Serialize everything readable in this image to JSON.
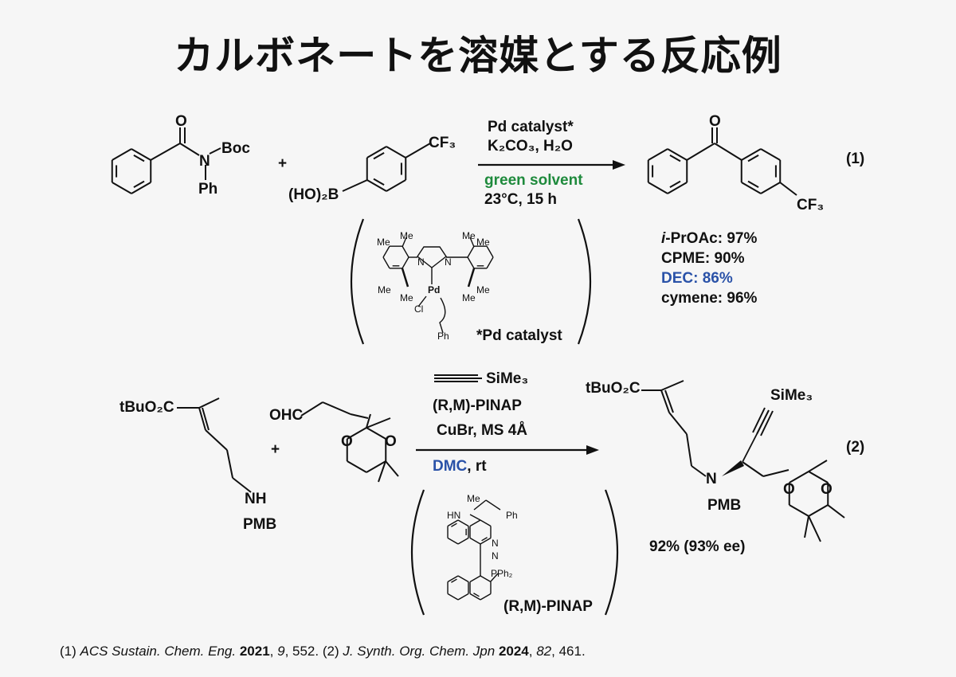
{
  "title": "カルボネートを溶媒とする反応例",
  "colors": {
    "green": "#1e8a3c",
    "blue": "#2a52a8",
    "background": "#f6f6f6"
  },
  "reaction1": {
    "number": "(1)",
    "reactant1": {
      "O": "O",
      "N": "N",
      "boc": "Boc",
      "ph": "Ph"
    },
    "plus": "+",
    "reactant2": {
      "cf3": "CF₃",
      "boronic": "(HO)₂B"
    },
    "conditions": {
      "line1": "Pd catalyst*",
      "line2": "K₂CO₃, H₂O",
      "solvent": "green solvent",
      "line4": "23°C, 15 h"
    },
    "product": {
      "O": "O",
      "cf3": "CF₃"
    },
    "yields": [
      {
        "prefix": "i",
        "label": "-PrOAc: 97%"
      },
      {
        "label": "CPME: 90%"
      },
      {
        "label": "DEC: 86%"
      },
      {
        "label": "cymene: 96%"
      }
    ],
    "catalyst": {
      "me": "Me",
      "n": "N",
      "pd": "Pd",
      "cl": "Cl",
      "ph": "Ph",
      "caption": "*Pd catalyst"
    }
  },
  "reaction2": {
    "number": "(2)",
    "reactant1": {
      "ester": "tBuO₂C",
      "nh": "NH",
      "pmb": "PMB"
    },
    "plus": "+",
    "reactant2": {
      "ohc": "OHC",
      "o": "O"
    },
    "conditions": {
      "alkyne": "SiMe₃",
      "ligand": "(R,M)-PINAP",
      "line3": "CuBr, MS 4Å",
      "solvent": "DMC",
      "rt": ", rt"
    },
    "product": {
      "ester": "tBuO₂C",
      "sime3": "SiMe₃",
      "n": "N",
      "pmb": "PMB",
      "o": "O",
      "yield": "92% (93% ee)"
    },
    "pinap": {
      "hn": "HN",
      "me": "Me",
      "ph": "Ph",
      "n": "N",
      "pph2": "PPh₂",
      "caption": "(R,M)-PINAP"
    }
  },
  "footer": {
    "r1_num": "(1) ",
    "r1_journal": "ACS Sustain. Chem. Eng.",
    "r1_year": "2021",
    "r1_sep": ", ",
    "r1_vol": "9",
    "r1_page": ", 552. ",
    "r2_num": "(2) ",
    "r2_journal": "J. Synth. Org. Chem. Jpn",
    "r2_year": "2024",
    "r2_sep": ", ",
    "r2_vol": "82",
    "r2_page": ", 461."
  }
}
